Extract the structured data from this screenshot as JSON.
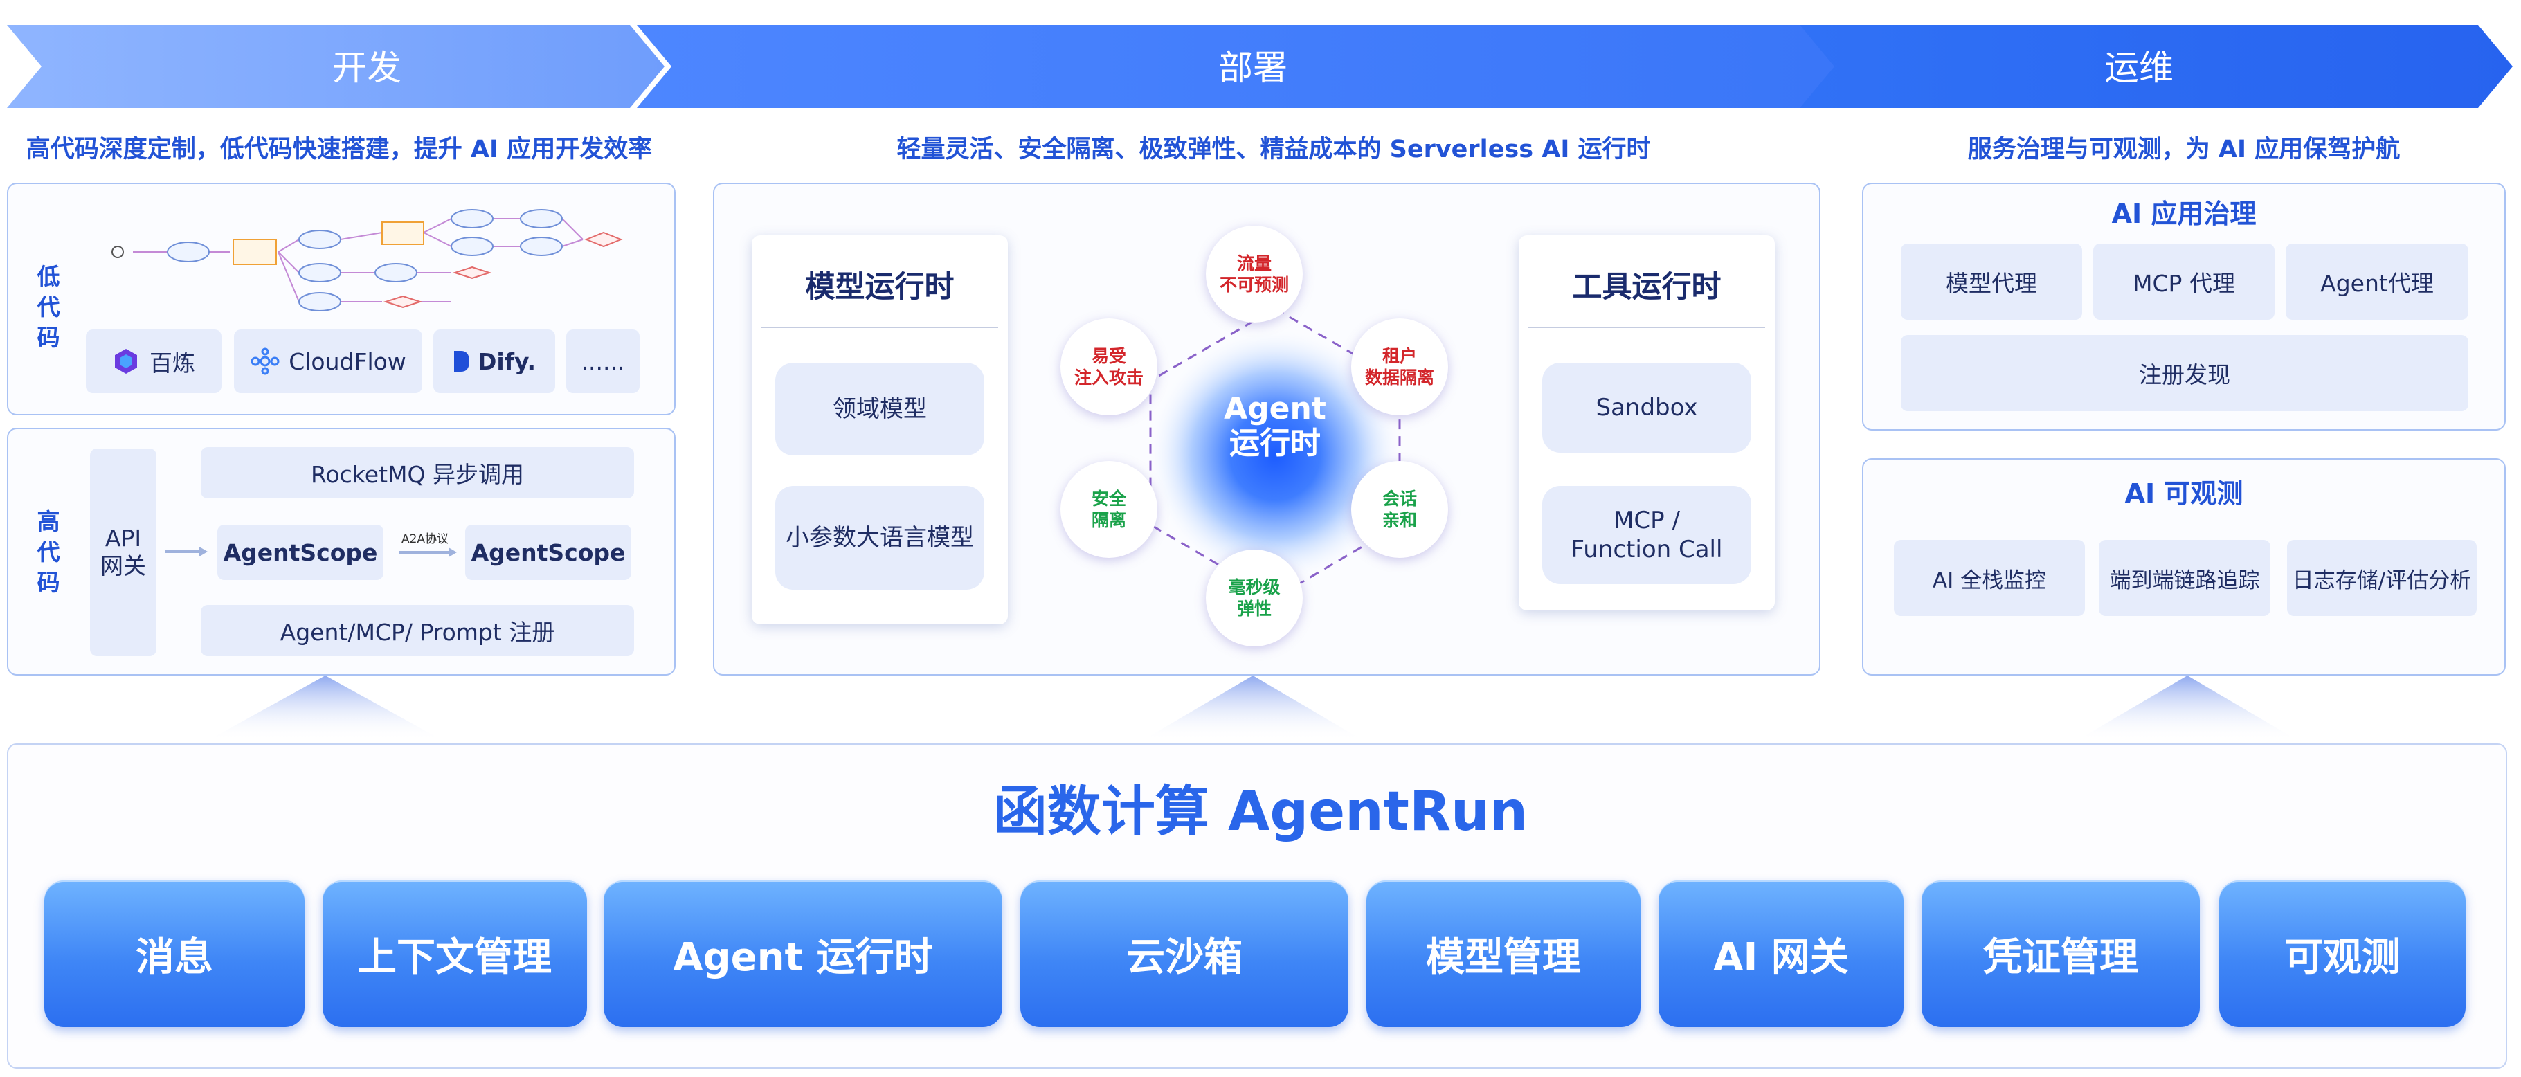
{
  "phases": {
    "dev": "开发",
    "deploy": "部署",
    "ops": "运维"
  },
  "subtitles": {
    "dev": "高代码深度定制，低代码快速搭建，提升 AI 应用开发效率",
    "deploy": "轻量灵活、安全隔离、极致弹性、精益成本的 Serverless AI 运行时",
    "ops": "服务治理与可观测，为 AI 应用保驾护航"
  },
  "dev": {
    "lowcode": {
      "label": [
        "低",
        "代",
        "码"
      ],
      "platforms": [
        "百炼",
        "CloudFlow",
        "Dify.",
        "......"
      ]
    },
    "highcode": {
      "label": [
        "高",
        "代",
        "码"
      ],
      "api_gateway": "API\n网关",
      "rocketmq": "RocketMQ 异步调用",
      "agentscope_left": "AgentScope",
      "agentscope_right": "AgentScope",
      "a2a": "A2A协议",
      "registry": "Agent/MCP/ Prompt 注册"
    }
  },
  "deploy": {
    "model_runtime": {
      "title": "模型运行时",
      "items": [
        "领域模型",
        "小参数大语言模型"
      ]
    },
    "agent_runtime": {
      "center": [
        "Agent",
        "运行时"
      ],
      "nodes": [
        {
          "lines": [
            "流量",
            "不可预测"
          ],
          "color": "#d3262b"
        },
        {
          "lines": [
            "租户",
            "数据隔离"
          ],
          "color": "#d3262b"
        },
        {
          "lines": [
            "会话",
            "亲和"
          ],
          "color": "#1aa24a"
        },
        {
          "lines": [
            "毫秒级",
            "弹性"
          ],
          "color": "#1aa24a"
        },
        {
          "lines": [
            "安全",
            "隔离"
          ],
          "color": "#1aa24a"
        },
        {
          "lines": [
            "易受",
            "注入攻击"
          ],
          "color": "#d3262b"
        }
      ]
    },
    "tool_runtime": {
      "title": "工具运行时",
      "items": [
        "Sandbox",
        "MCP /\nFunction Call"
      ]
    }
  },
  "ops": {
    "governance": {
      "title": "AI 应用治理",
      "items": [
        "模型代理",
        "MCP 代理",
        "Agent代理",
        "注册发现"
      ]
    },
    "observability": {
      "title": "AI 可观测",
      "items": [
        "AI 全栈监控",
        "端到端链路追踪",
        "日志存储/评估分析"
      ]
    }
  },
  "bottom": {
    "title": "函数计算 AgentRun",
    "services": [
      "消息",
      "上下文管理",
      "Agent 运行时",
      "云沙箱",
      "模型管理",
      "AI 网关",
      "凭证管理",
      "可观测"
    ]
  },
  "colors": {
    "primary": "#2a66ea",
    "chevron_light": "#7aa6ff",
    "chevron_dark": "#2d6cf5",
    "risk": "#d3262b",
    "benefit": "#1aa24a"
  }
}
